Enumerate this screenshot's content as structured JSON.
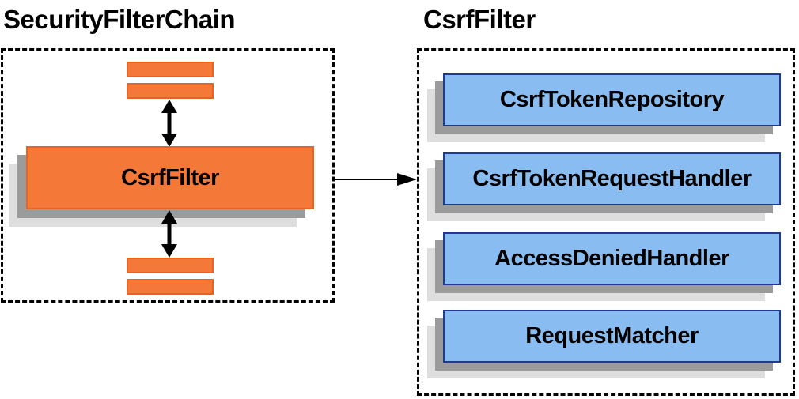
{
  "diagram": {
    "left": {
      "title": "SecurityFilterChain",
      "filter_label": "CsrfFilter"
    },
    "right": {
      "title": "CsrfFilter",
      "components": [
        "CsrfTokenRepository",
        "CsrfTokenRequestHandler",
        "AccessDeniedHandler",
        "RequestMatcher"
      ]
    },
    "icons": {
      "bidirectional_arrow": "↕",
      "flow_arrow": "→"
    },
    "colors": {
      "orange_fill": "#f47939",
      "orange_border": "#e2662a",
      "blue_fill": "#89bcf0",
      "blue_border": "#203a90",
      "shadow_mid": "#9b9b9b",
      "shadow_light": "#dedede",
      "text": "#000000"
    }
  }
}
